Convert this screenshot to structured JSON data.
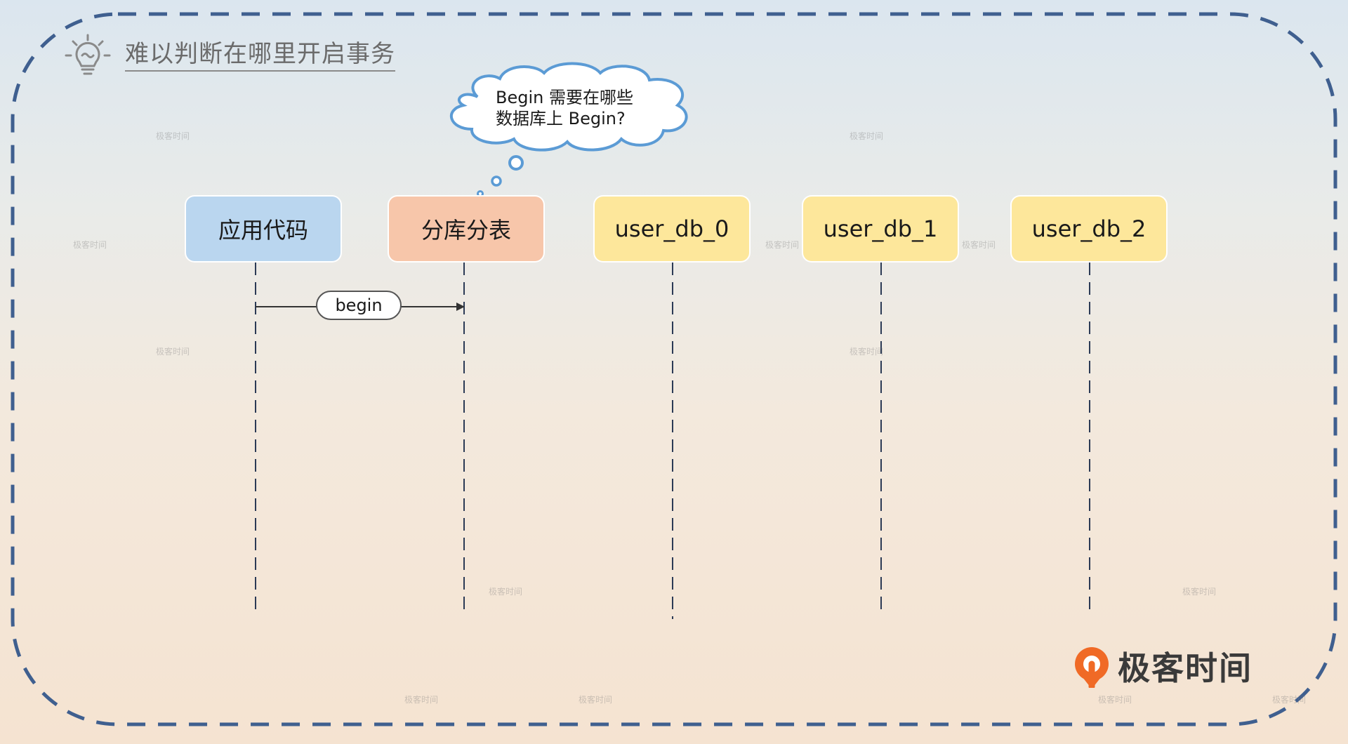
{
  "title": "难以判断在哪里开启事务",
  "thought_bubble": {
    "line1": "Begin 需要在哪些",
    "line2": "数据库上 Begin?"
  },
  "nodes": [
    {
      "label": "应用代码",
      "color": "#bad6ef"
    },
    {
      "label": "分库分表",
      "color": "#f7c6aa"
    },
    {
      "label": "user_db_0",
      "color": "#fde79b"
    },
    {
      "label": "user_db_1",
      "color": "#fde79b"
    },
    {
      "label": "user_db_2",
      "color": "#fde79b"
    }
  ],
  "message": {
    "label": "begin",
    "from": "应用代码",
    "to": "分库分表"
  },
  "brand": {
    "name": "极客时间",
    "color": "#f06a26"
  },
  "watermark": "极客时间",
  "colors": {
    "frame_dash": "#3f5f8f",
    "cloud_stroke": "#5b9bd5"
  }
}
